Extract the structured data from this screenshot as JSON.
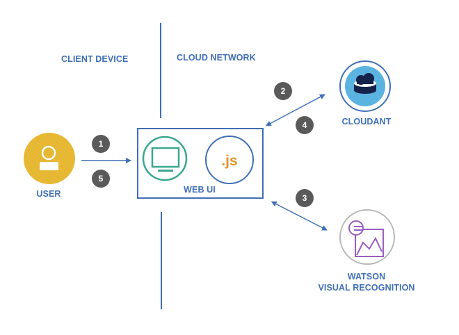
{
  "zones": {
    "client_device": "CLIENT DEVICE",
    "cloud_network": "CLOUD NETWORK"
  },
  "nodes": {
    "user": {
      "label": "USER",
      "icon": "user-icon"
    },
    "web_ui": {
      "label": "WEB UI",
      "icons": [
        "monitor-icon",
        "javascript-icon"
      ],
      "js_text": ".js"
    },
    "cloudant": {
      "label": "CLOUDANT",
      "icon": "cloudant-database-icon"
    },
    "watson": {
      "label_line1": "WATSON",
      "label_line2": "VISUAL RECOGNITION",
      "icon": "visual-recognition-icon"
    }
  },
  "steps": [
    "1",
    "2",
    "3",
    "4",
    "5"
  ],
  "colors": {
    "accent": "#3f6fb5",
    "user": "#e6b833",
    "monitor": "#3aa78f",
    "js": "#e8932a",
    "cloudant": "#5bb3e0",
    "watson": "#9a5fc0",
    "badge": "#5a5a5a"
  }
}
